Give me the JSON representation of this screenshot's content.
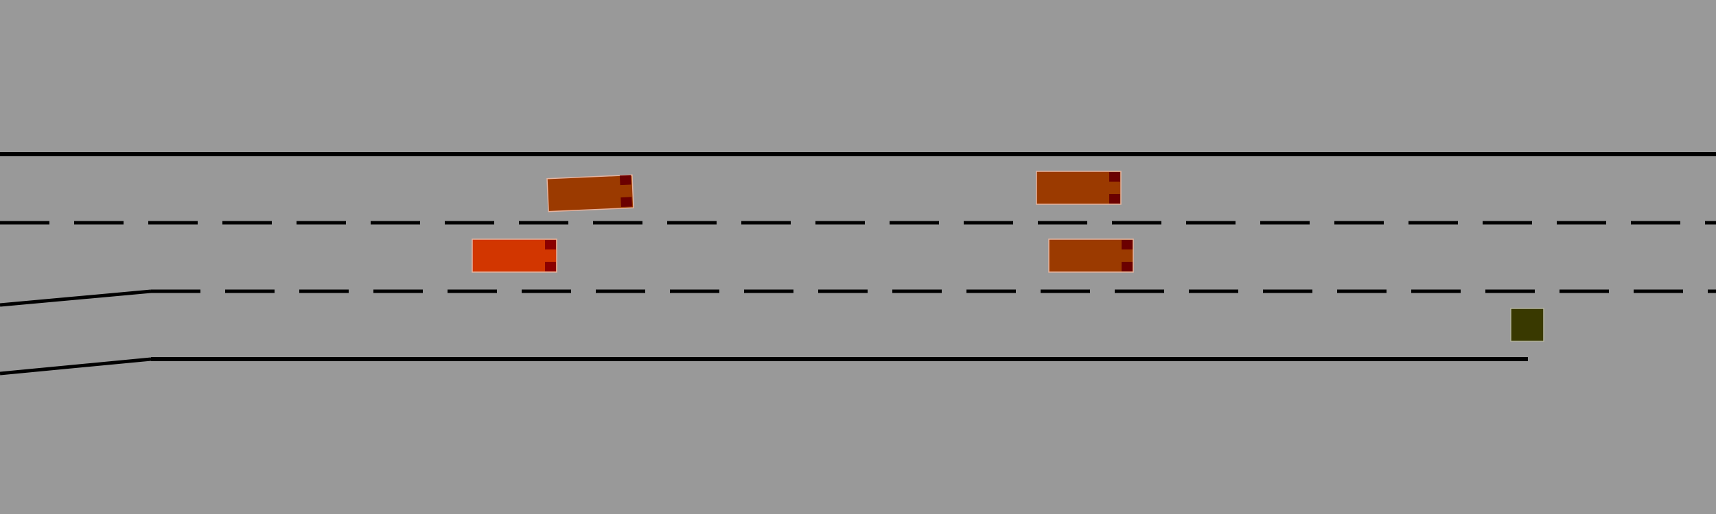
{
  "scene": {
    "type": "highway-driving-simulation",
    "lanes": 3,
    "features": [
      "on-ramp-merge",
      "lane-end-obstacle"
    ]
  },
  "colors": {
    "background": "#999999",
    "road_marking": "#000000",
    "ego_vehicle": "#d23600",
    "other_vehicle": "#9b3a00",
    "tail_light": "#6b0000",
    "obstacle": "#393900",
    "vehicle_outline": "#e6b4a0"
  },
  "vehicles": [
    {
      "role": "ego",
      "color_key": "ego_vehicle"
    },
    {
      "role": "other",
      "color_key": "other_vehicle"
    },
    {
      "role": "other",
      "color_key": "other_vehicle"
    },
    {
      "role": "other",
      "color_key": "other_vehicle"
    }
  ],
  "obstacles": [
    {
      "role": "lane-end-block",
      "color_key": "obstacle"
    }
  ]
}
